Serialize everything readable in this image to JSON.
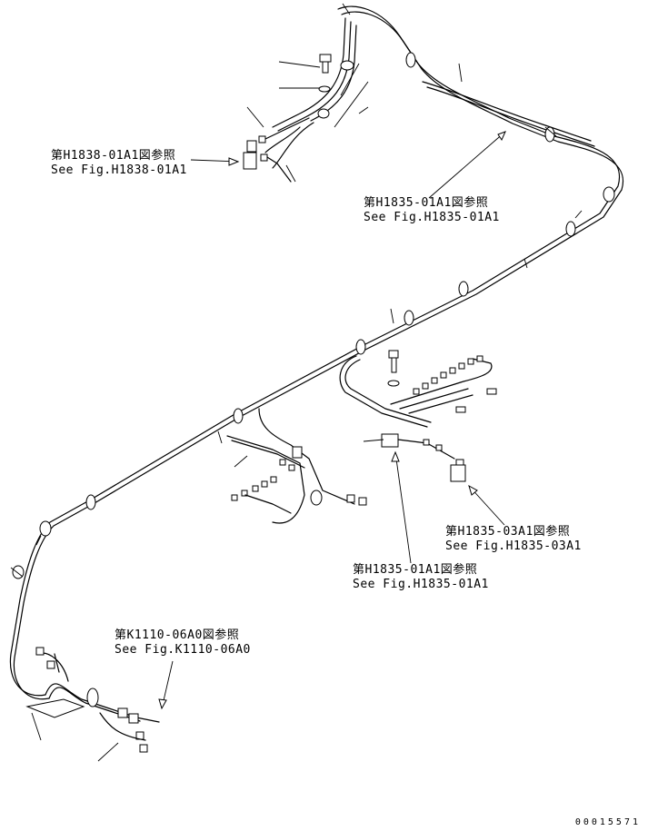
{
  "references": [
    {
      "id": "h1838",
      "jp": "第H1838-01A1図参照",
      "en": "See Fig.H1838-01A1"
    },
    {
      "id": "h1835a",
      "jp": "第H1835-01A1図参照",
      "en": "See Fig.H1835-01A1"
    },
    {
      "id": "h1835c",
      "jp": "第H1835-03A1図参照",
      "en": "See Fig.H1835-03A1"
    },
    {
      "id": "h1835b",
      "jp": "第H1835-01A1図参照",
      "en": "See Fig.H1835-01A1"
    },
    {
      "id": "k1110",
      "jp": "第K1110-06A0図参照",
      "en": "See Fig.K1110-06A0"
    }
  ],
  "drawing_number": "00015571"
}
